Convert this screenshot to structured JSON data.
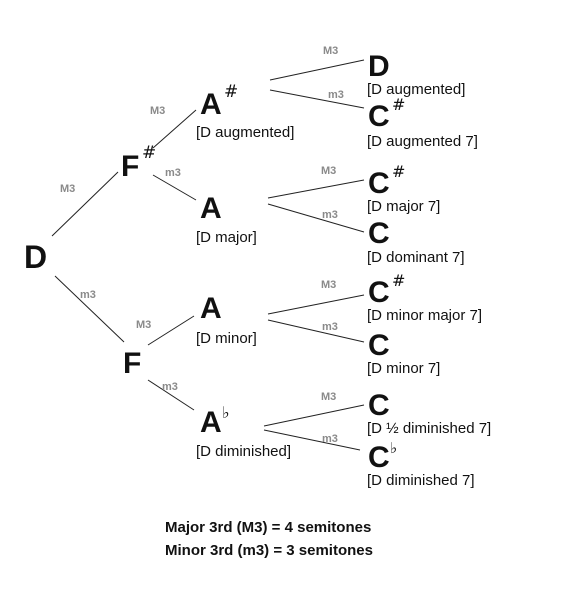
{
  "nodes": {
    "d_root": {
      "note": "D",
      "accidental": ""
    },
    "f_sharp": {
      "note": "F",
      "accidental": "#"
    },
    "f": {
      "note": "F",
      "accidental": ""
    },
    "a_sharp": {
      "note": "A",
      "accidental": "#",
      "chord": "[D augmented]"
    },
    "a_upper": {
      "note": "A",
      "accidental": "",
      "chord": "[D major]"
    },
    "a_lower": {
      "note": "A",
      "accidental": "",
      "chord": "[D minor]"
    },
    "a_flat": {
      "note": "A",
      "accidental": "♭",
      "chord": "[D diminished]"
    },
    "leaf_d": {
      "note": "D",
      "accidental": "",
      "chord": "[D augmented]"
    },
    "leaf_c_sharp_aug7": {
      "note": "C",
      "accidental": "#",
      "chord": "[D augmented 7]"
    },
    "leaf_c_sharp_maj7": {
      "note": "C",
      "accidental": "#",
      "chord": "[D major 7]"
    },
    "leaf_c_dom7": {
      "note": "C",
      "accidental": "",
      "chord": "[D dominant 7]"
    },
    "leaf_c_sharp_minmaj7": {
      "note": "C",
      "accidental": "#",
      "chord": "[D minor major 7]"
    },
    "leaf_c_min7": {
      "note": "C",
      "accidental": "",
      "chord": "[D minor 7]"
    },
    "leaf_c_halfdim7": {
      "note": "C",
      "accidental": "",
      "chord": "[D ½ diminished 7]"
    },
    "leaf_c_flat_dim7": {
      "note": "C",
      "accidental": "♭",
      "chord": "[D diminished 7]"
    }
  },
  "edge_labels": {
    "major": "M3",
    "minor": "m3"
  },
  "legend": {
    "major": "Major 3rd (M3) = 4 semitones",
    "minor": "Minor 3rd (m3) = 3 semitones"
  }
}
